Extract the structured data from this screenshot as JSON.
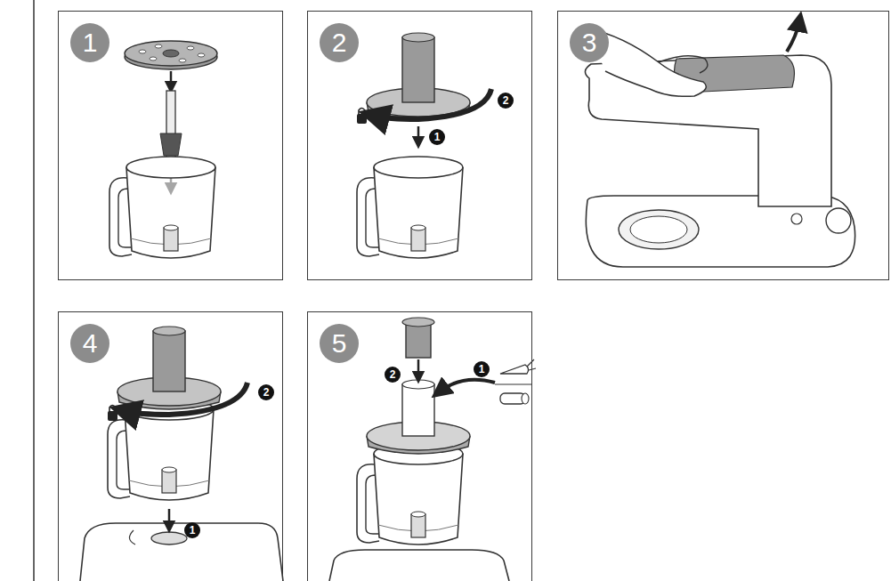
{
  "diagram": {
    "nodes": [
      {
        "text": [
          "1"
        ]
      },
      {
        "text": [
          "2"
        ]
      },
      {
        "text": [
          "2"
        ],
        "in": 1
      },
      {
        "text": [
          "1"
        ],
        "in": 1
      },
      {
        "text": [
          "3"
        ]
      },
      {
        "text": [
          "4"
        ]
      },
      {
        "text": [
          "2"
        ],
        "in": 5
      },
      {
        "text": [
          "1"
        ],
        "in": 5
      },
      {
        "text": [
          "5"
        ]
      },
      {
        "text": [
          "1"
        ],
        "in": 8
      },
      {
        "text": [
          "2"
        ],
        "in": 8
      }
    ]
  }
}
